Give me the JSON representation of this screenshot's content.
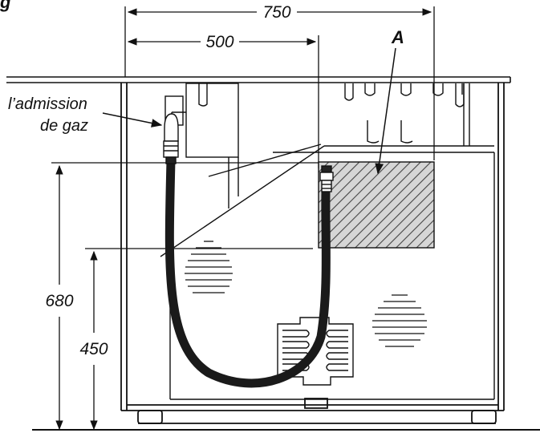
{
  "figure": {
    "fragment_label": "g"
  },
  "dimensions": {
    "width_total": "750",
    "width_inlet": "500",
    "height_total": "680",
    "height_inlet": "450"
  },
  "labels": {
    "gas_inlet_line1": "l’admission",
    "gas_inlet_line2": "de gaz",
    "zone_a": "A"
  },
  "colors": {
    "line": "#111111",
    "hatch": "#555555",
    "hose": "#1a1a1a"
  }
}
